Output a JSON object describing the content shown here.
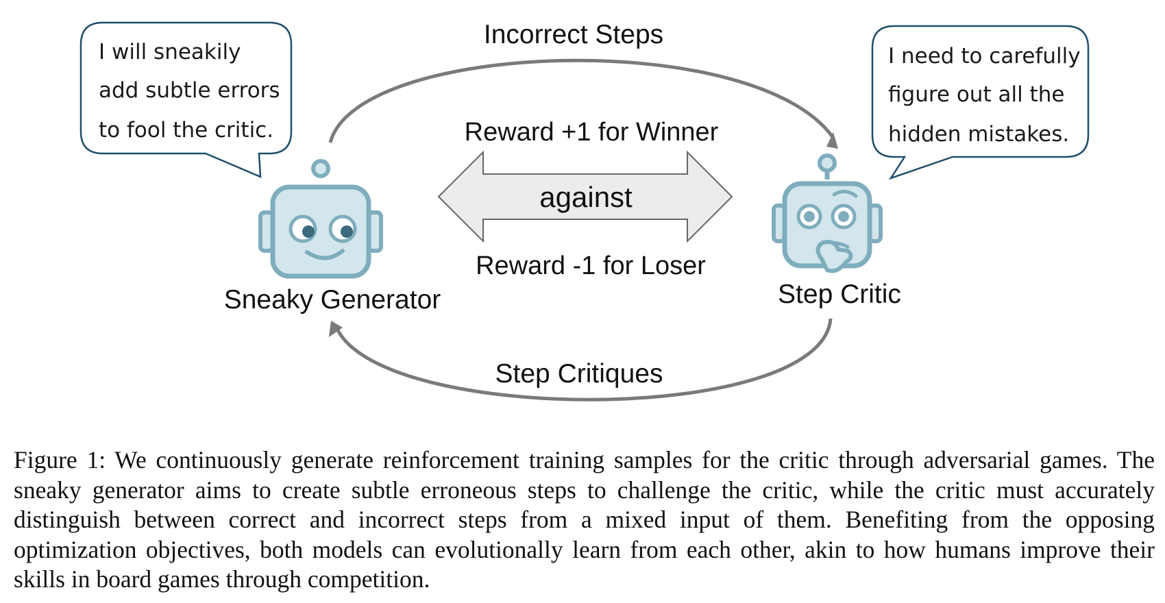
{
  "diagram": {
    "generator_bubble": [
      "I will sneakily",
      "add subtle errors",
      "to fool the critic."
    ],
    "critic_bubble": [
      "I need to carefully",
      "figure out all the",
      "hidden mistakes."
    ],
    "top_arc_label": "Incorrect Steps",
    "bottom_arc_label": "Step Critiques",
    "reward_winner": "Reward +1 for Winner",
    "against": "against",
    "reward_loser": "Reward -1 for Loser",
    "generator_label": "Sneaky Generator",
    "critic_label": "Step Critic",
    "colors": {
      "robot_fill": "#d3e6ed",
      "robot_stroke": "#7fadbd",
      "bubble_stroke": "#1f4e6b",
      "arrow_gray": "#7a7a7a",
      "double_arrow_fill": "#ececec"
    }
  },
  "caption": "Figure 1: We continuously generate reinforcement training samples for the critic through adversarial games. The sneaky generator aims to create subtle erroneous steps to challenge the critic, while the critic must accurately distinguish between correct and incorrect steps from a mixed input of them. Benefiting from the opposing optimization objectives, both models can evolutionally learn from each other, akin to how humans improve their skills in board games through competition."
}
